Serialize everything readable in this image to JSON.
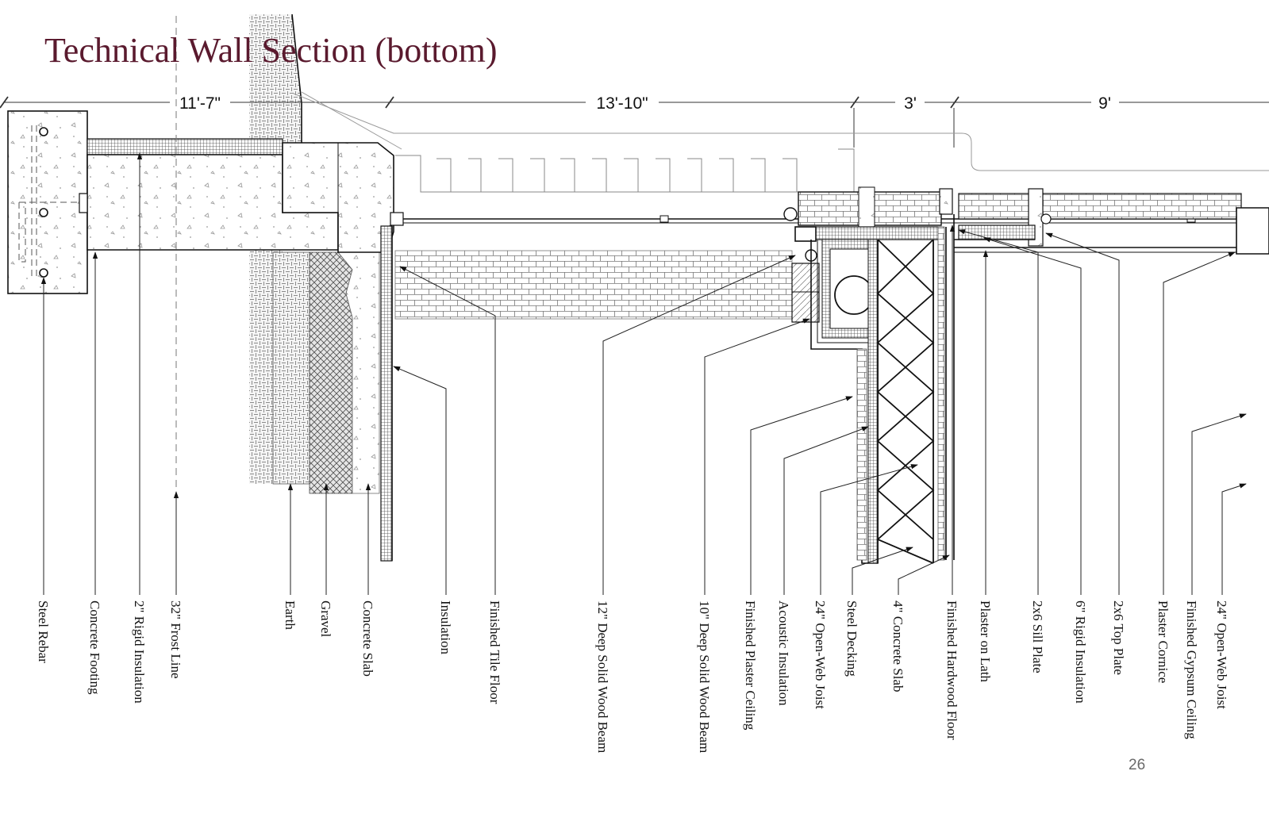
{
  "title": "Technical Wall Section (bottom)",
  "page_number": "26",
  "colors": {
    "title": "#5a1a2e",
    "line": "#111111",
    "page_number": "#6a6a6a"
  },
  "dimensions": [
    "11'-7\"",
    "13'-10\"",
    "3'",
    "9'"
  ],
  "callouts": [
    "Steel Rebar",
    "Concrete Footing",
    "2\" Rigid Insulation",
    "32\" Frost Line",
    "Earth",
    "Gravel",
    "Concrete Slab",
    "Insulation",
    "Finished Tile Floor",
    "12\" Deep Solid Wood Beam",
    "10\" Deep Solid Wood Beam",
    "Finished Plaster Ceiling",
    "Acoustic Insulation",
    "24\" Open-Web Joist",
    "Steel Decking",
    "4\" Concrete Slab",
    "Finished Hardwood Floor",
    "Plaster on Lath",
    "2x6 Sill Plate",
    "6\" Rigid Insulation",
    "2x6 Top Plate",
    "Plaster Cornice",
    "Finished Gypsum Ceiling",
    "24\" Open-Web Joist"
  ]
}
